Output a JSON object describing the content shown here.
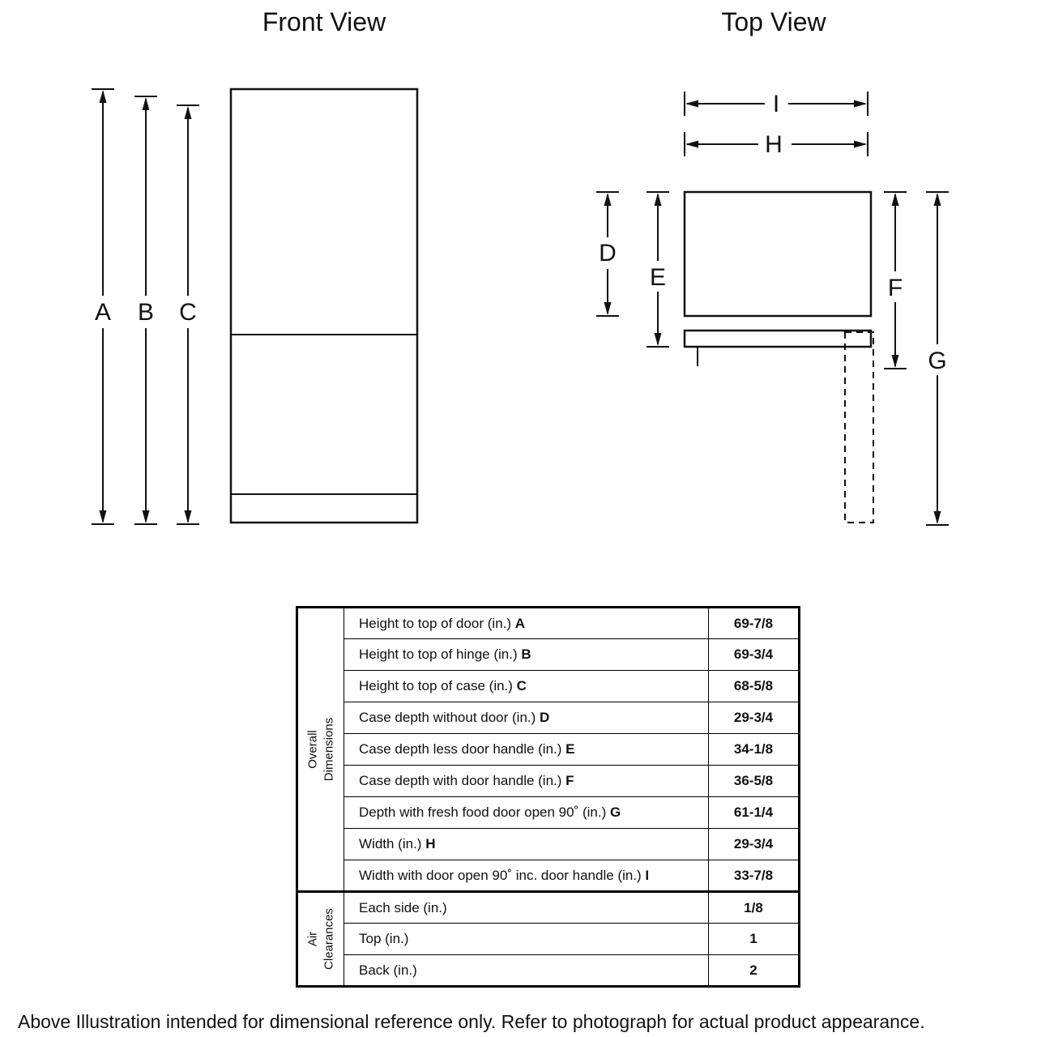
{
  "front_view": {
    "title": "Front View",
    "dim_labels": {
      "a": "A",
      "b": "B",
      "c": "C"
    }
  },
  "top_view": {
    "title": "Top View",
    "dim_labels": {
      "d": "D",
      "e": "E",
      "f": "F",
      "g": "G",
      "h": "H",
      "i": "I"
    }
  },
  "table": {
    "groups": [
      {
        "label_line1": "Overall",
        "label_line2": "Dimensions",
        "rows": [
          {
            "label": "Height to top of door (in.) ",
            "key": "A",
            "value": "69-7/8"
          },
          {
            "label": "Height to top of hinge (in.) ",
            "key": "B",
            "value": "69-3/4"
          },
          {
            "label": "Height to top of case (in.) ",
            "key": "C",
            "value": "68-5/8"
          },
          {
            "label": "Case depth without door (in.) ",
            "key": "D",
            "value": "29-3/4"
          },
          {
            "label": "Case depth less door handle (in.) ",
            "key": "E",
            "value": "34-1/8"
          },
          {
            "label": "Case depth with door handle (in.) ",
            "key": "F",
            "value": "36-5/8"
          },
          {
            "label": "Depth with fresh food door open 90˚ (in.) ",
            "key": "G",
            "value": "61-1/4"
          },
          {
            "label": "Width (in.) ",
            "key": "H",
            "value": "29-3/4"
          },
          {
            "label": "Width with door open 90˚ inc. door handle (in.) ",
            "key": "I",
            "value": "33-7/8"
          }
        ]
      },
      {
        "label_line1": "Air",
        "label_line2": "Clearances",
        "rows": [
          {
            "label": "Each side (in.)",
            "key": "",
            "value": "1/8"
          },
          {
            "label": "Top (in.)",
            "key": "",
            "value": "1"
          },
          {
            "label": "Back (in.)",
            "key": "",
            "value": "2"
          }
        ]
      }
    ]
  },
  "footer": "Above Illustration intended for dimensional reference only. Refer to photograph for actual product appearance."
}
